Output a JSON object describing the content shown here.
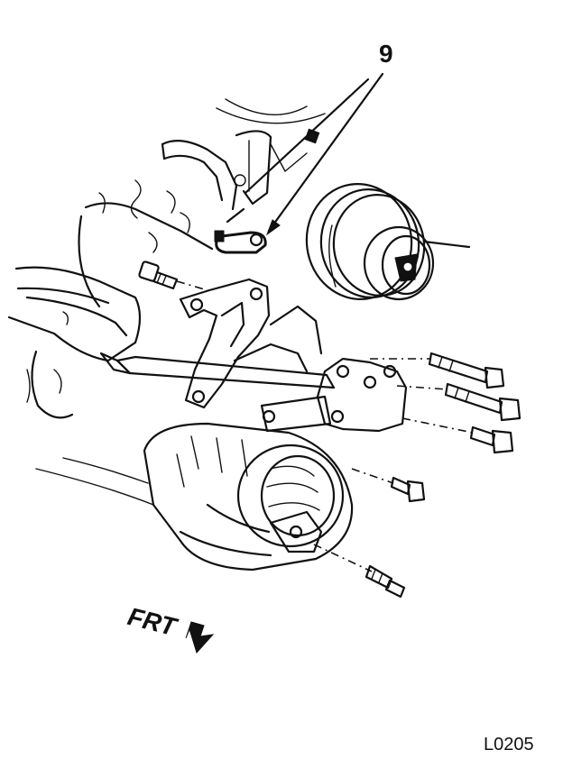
{
  "callout": {
    "number": "9"
  },
  "direction": {
    "label": "FRT",
    "icon": "front-arrow-icon"
  },
  "figure": {
    "code": "L0205"
  },
  "colors": {
    "ink": "#111111",
    "paper": "#ffffff"
  }
}
